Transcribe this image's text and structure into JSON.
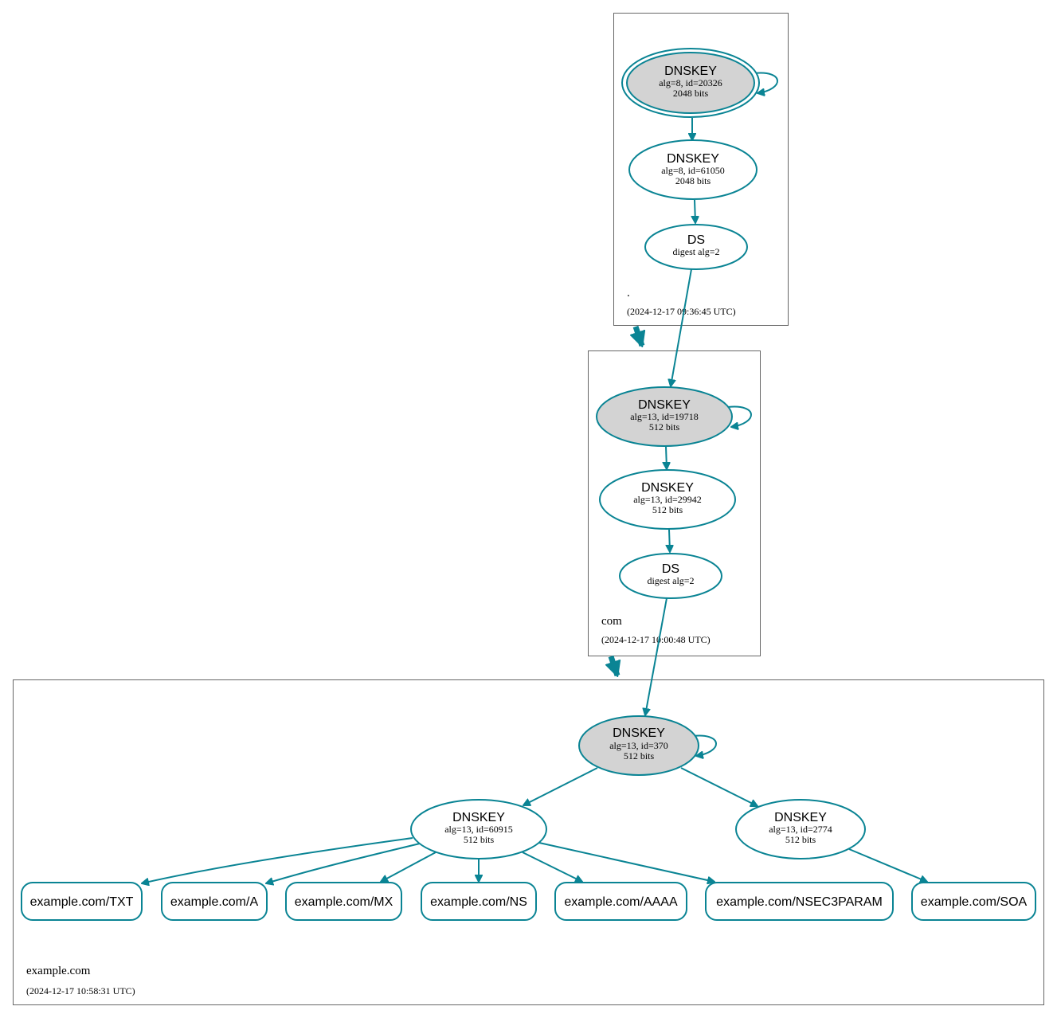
{
  "colors": {
    "edge": "#0a8494",
    "ksk_fill": "#d3d3d3",
    "node_fill": "#ffffff",
    "zone_border": "#666666"
  },
  "zones": [
    {
      "name": ".",
      "timestamp": "(2024-12-17 09:36:45 UTC)"
    },
    {
      "name": "com",
      "timestamp": "(2024-12-17 10:00:48 UTC)"
    },
    {
      "name": "example.com",
      "timestamp": "(2024-12-17 10:58:31 UTC)"
    }
  ],
  "nodes": {
    "root_ksk": {
      "type": "DNSKEY",
      "line1": "alg=8, id=20326",
      "line2": "2048 bits"
    },
    "root_zsk": {
      "type": "DNSKEY",
      "line1": "alg=8, id=61050",
      "line2": "2048 bits"
    },
    "root_ds": {
      "type": "DS",
      "line1": "digest alg=2"
    },
    "com_ksk": {
      "type": "DNSKEY",
      "line1": "alg=13, id=19718",
      "line2": "512 bits"
    },
    "com_zsk": {
      "type": "DNSKEY",
      "line1": "alg=13, id=29942",
      "line2": "512 bits"
    },
    "com_ds": {
      "type": "DS",
      "line1": "digest alg=2"
    },
    "ex_ksk": {
      "type": "DNSKEY",
      "line1": "alg=13, id=370",
      "line2": "512 bits"
    },
    "ex_zsk1": {
      "type": "DNSKEY",
      "line1": "alg=13, id=60915",
      "line2": "512 bits"
    },
    "ex_zsk2": {
      "type": "DNSKEY",
      "line1": "alg=13, id=2774",
      "line2": "512 bits"
    }
  },
  "records": {
    "txt": "example.com/TXT",
    "a": "example.com/A",
    "mx": "example.com/MX",
    "ns": "example.com/NS",
    "aaaa": "example.com/AAAA",
    "nsec3param": "example.com/NSEC3PARAM",
    "soa": "example.com/SOA"
  }
}
